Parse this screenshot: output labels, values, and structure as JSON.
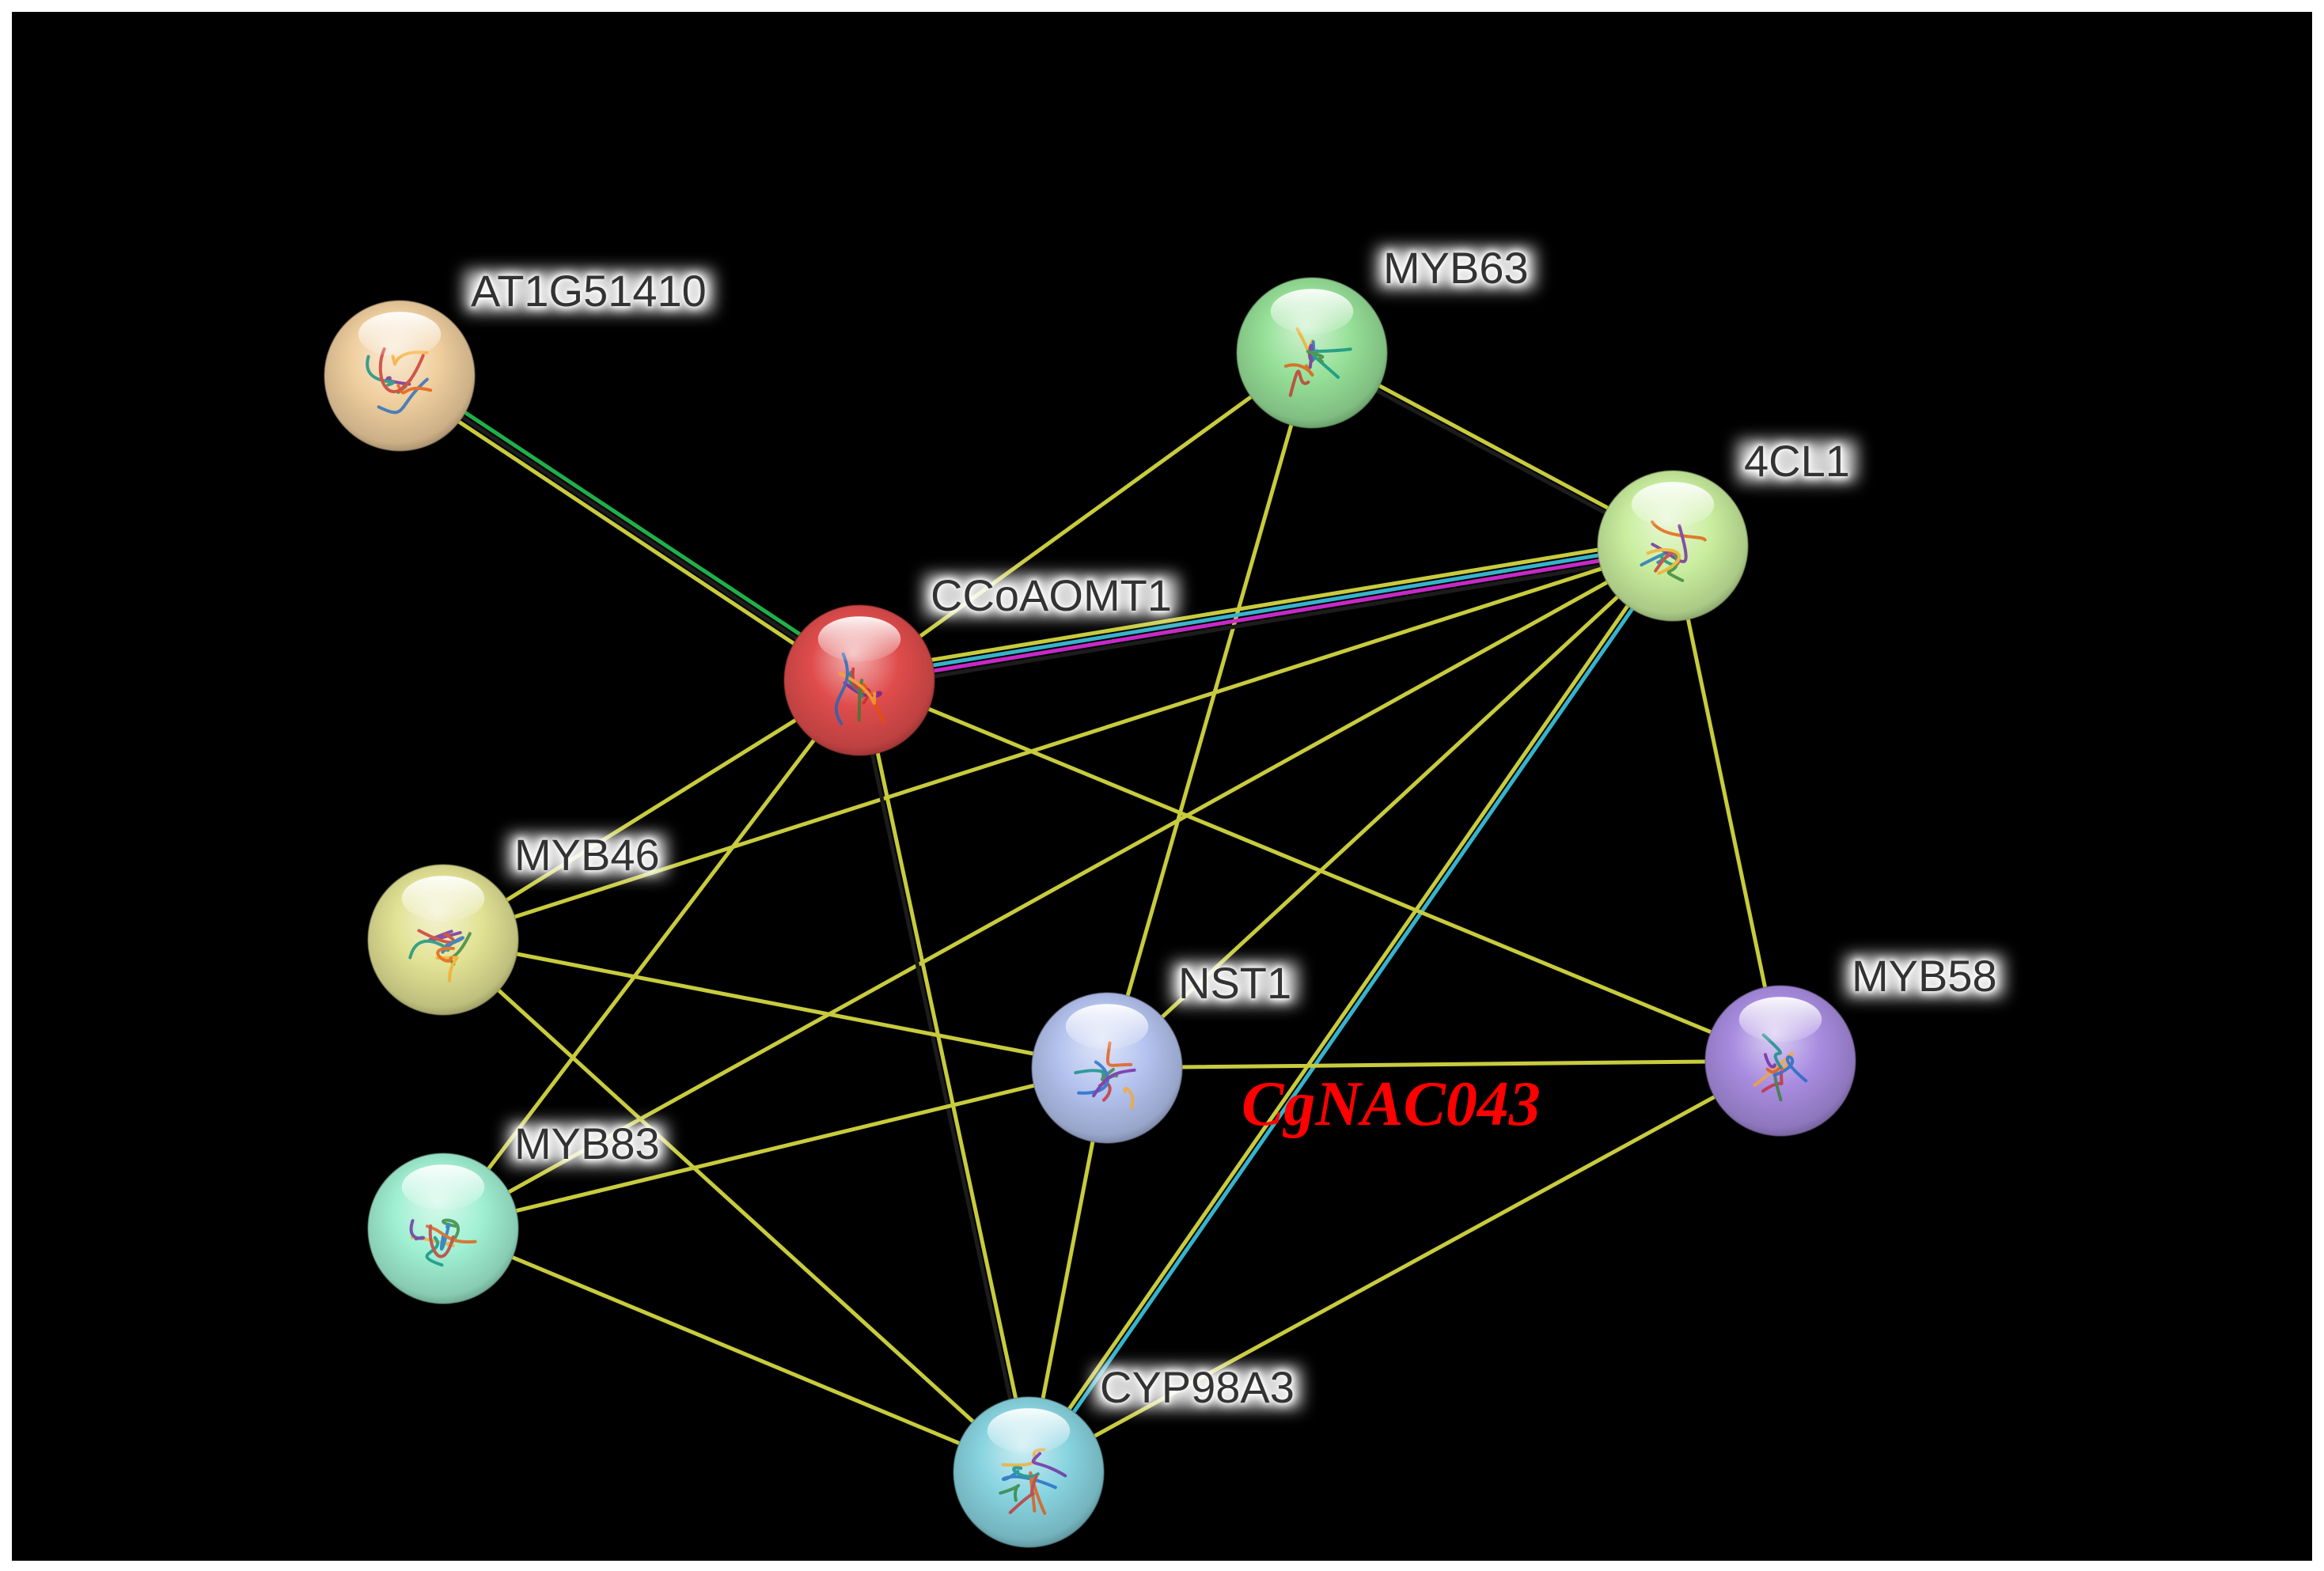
{
  "background": "#000000",
  "nodes": [
    {
      "label": "AT1G51410",
      "color": "#f0cf9f"
    },
    {
      "label": "MYB63",
      "color": "#96e098"
    },
    {
      "label": "4CL1",
      "color": "#c9ee9e"
    },
    {
      "label": "CCoAOMT1",
      "color": "#e04c4c"
    },
    {
      "label": "MYB46",
      "color": "#e2e294"
    },
    {
      "label": "NST1",
      "color": "#b4c3ef"
    },
    {
      "label": "MYB58",
      "color": "#a88ce0"
    },
    {
      "label": "MYB83",
      "color": "#a0f0d3"
    },
    {
      "label": "CYP98A3",
      "color": "#88d4e0"
    }
  ],
  "edges": [
    {
      "a": 0,
      "b": 3,
      "colors": [
        "#1fb04a",
        "#1c1c1c",
        "#c8cb3d"
      ]
    },
    {
      "a": 1,
      "b": 3,
      "colors": [
        "#c8cb3d"
      ]
    },
    {
      "a": 1,
      "b": 2,
      "colors": [
        "#c8cb3d",
        "#1c1c1c"
      ]
    },
    {
      "a": 1,
      "b": 5,
      "colors": [
        "#c8cb3d"
      ]
    },
    {
      "a": 3,
      "b": 2,
      "colors": [
        "#c8cb3d",
        "#36b3cc",
        "#c62ac6",
        "#1c1c1c"
      ]
    },
    {
      "a": 2,
      "b": 4,
      "colors": [
        "#c8cb3d"
      ]
    },
    {
      "a": 2,
      "b": 7,
      "colors": [
        "#c8cb3d"
      ]
    },
    {
      "a": 2,
      "b": 5,
      "colors": [
        "#c8cb3d"
      ]
    },
    {
      "a": 2,
      "b": 8,
      "colors": [
        "#36b3cc",
        "#c8cb3d"
      ]
    },
    {
      "a": 2,
      "b": 6,
      "colors": [
        "#c8cb3d"
      ]
    },
    {
      "a": 3,
      "b": 4,
      "colors": [
        "#c8cb3d"
      ]
    },
    {
      "a": 3,
      "b": 7,
      "colors": [
        "#c8cb3d"
      ]
    },
    {
      "a": 3,
      "b": 8,
      "colors": [
        "#c8cb3d",
        "#1c1c1c"
      ]
    },
    {
      "a": 3,
      "b": 6,
      "colors": [
        "#c8cb3d"
      ]
    },
    {
      "a": 4,
      "b": 5,
      "colors": [
        "#c8cb3d"
      ]
    },
    {
      "a": 4,
      "b": 8,
      "colors": [
        "#c8cb3d"
      ]
    },
    {
      "a": 7,
      "b": 5,
      "colors": [
        "#c8cb3d"
      ]
    },
    {
      "a": 7,
      "b": 8,
      "colors": [
        "#c8cb3d"
      ]
    },
    {
      "a": 5,
      "b": 6,
      "colors": [
        "#c8cb3d"
      ]
    },
    {
      "a": 5,
      "b": 8,
      "colors": [
        "#c8cb3d"
      ]
    },
    {
      "a": 6,
      "b": 8,
      "colors": [
        "#c8cb3d"
      ]
    }
  ],
  "annotation": {
    "text": "CgNAC043",
    "color": "#ff0000"
  }
}
